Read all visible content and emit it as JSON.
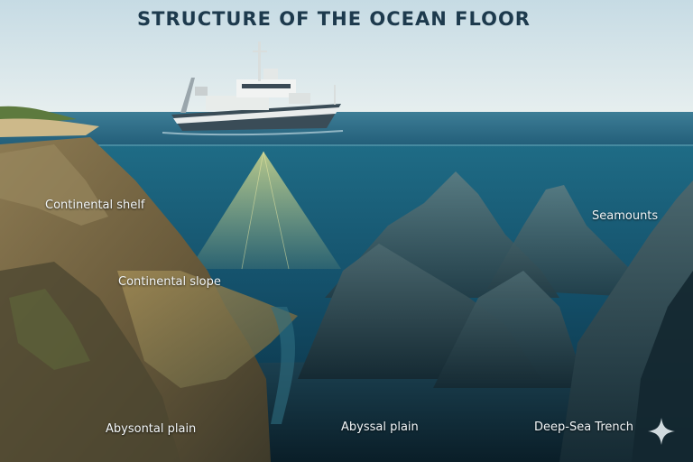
{
  "title": "STRUCTURE OF THE OCEAN FLOOR",
  "labels": {
    "continental_shelf": "Continental shelf",
    "continental_slope": "Continental slope",
    "seamounts": "Seamounts",
    "absontal_plain": "Abysontal plain",
    "abyssal_plain": "Abyssal plain",
    "trench": "Deep-Sea Trench"
  },
  "icons": {
    "ship": "research-ship-icon",
    "sonar": "sonar-beam",
    "watermark": "sparkle-icon"
  },
  "colors": {
    "sky_top": "#c9dde6",
    "sky_bottom": "#e6eef0",
    "sea_surface": "#2c6e8a",
    "water_deep": "#0d3b52",
    "cliff": "#7a6a46",
    "ridge": "#3f5d66",
    "sonar": "#f1e88a"
  }
}
